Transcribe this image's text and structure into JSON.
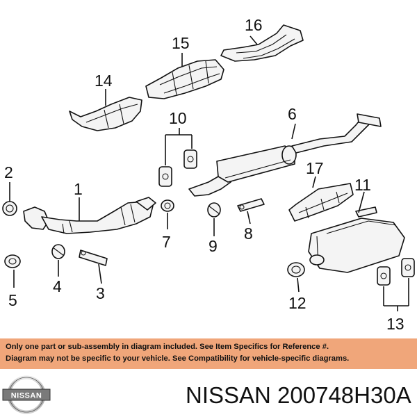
{
  "diagram": {
    "callouts": {
      "c1": "1",
      "c2": "2",
      "c3": "3",
      "c4": "4",
      "c5": "5",
      "c6": "6",
      "c7": "7",
      "c8": "8",
      "c9": "9",
      "c10": "10",
      "c11": "11",
      "c12": "12",
      "c13": "13",
      "c14": "14",
      "c15": "15",
      "c16": "16",
      "c17": "17"
    }
  },
  "notice": {
    "line1": "Only one part or sub-assembly in diagram included. See Item Specifics for Reference #.",
    "line2": "Diagram may not be specific to your vehicle. See Compatibility for vehicle-specific diagrams."
  },
  "brand": {
    "logo_text": "NISSAN",
    "part_number": "NISSAN 200748H30A"
  },
  "colors": {
    "notice_background": "#f0a67a",
    "line_art": "#111111"
  },
  "icons": {
    "logo": "nissan-logo-icon"
  }
}
